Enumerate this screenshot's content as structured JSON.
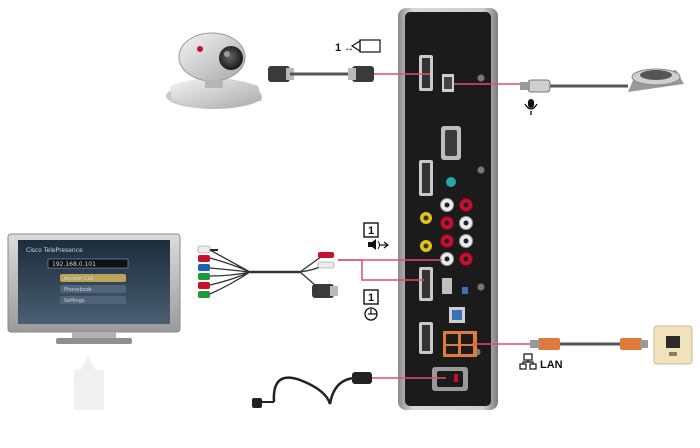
{
  "labels": {
    "camera_port_number": "1",
    "audio_box_number": "1",
    "video_box_number": "1",
    "lan": "LAN"
  },
  "monitor_screen": {
    "title": "Cisco TelePresence",
    "field": "192.168.0.101",
    "menu_items": [
      "Answer Call",
      "Phonebook",
      "Settings"
    ]
  },
  "colors": {
    "device_body": "#1b1b1b",
    "device_frame": "#b9b9b9",
    "connection_line": "#e0506a",
    "rca_red": "#c8102e",
    "rca_white": "#f2f2f2",
    "rca_yellow": "#e0c21a",
    "rca_green": "#1d9a3a",
    "rca_blue": "#1f5fb8",
    "lan_cable": "#e07a3a"
  },
  "icons": [
    "camera-icon",
    "microphone-icon",
    "monitor-icon",
    "power-plug-icon",
    "lan-icon",
    "wall-jack-icon",
    "audio-icon",
    "video-input-icon"
  ]
}
